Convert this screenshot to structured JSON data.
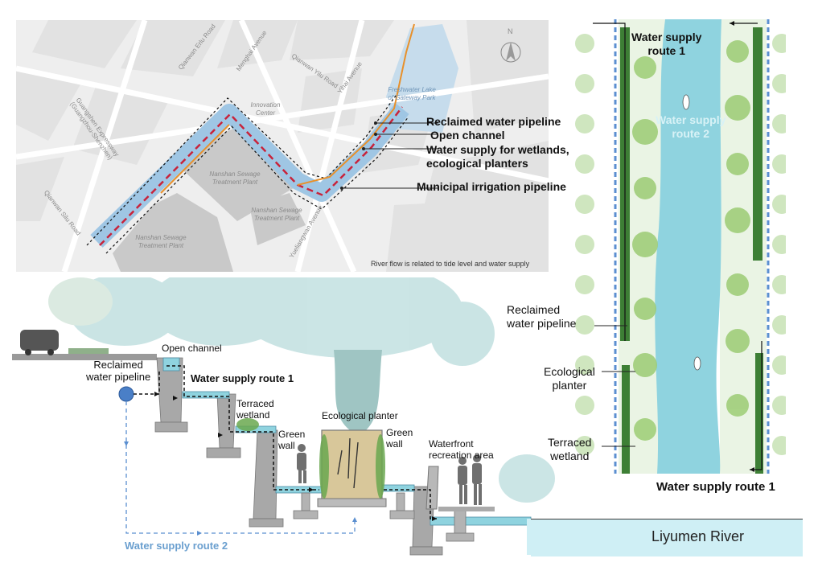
{
  "map": {
    "streets": {
      "qianwan_eru": "Qianwan Erlu Road",
      "menghai": "Menghai Avenue",
      "qianwan_yilu": "Qianwan Yilu Road",
      "yihai": "Yihai Avenue",
      "expressway": "Guangshen Expressway\n(Guangzhou-Shenzhen)",
      "qianwan_silu": "Qianwan Silu Road",
      "yueliangwan": "Yueliangwan Avenue"
    },
    "areas": {
      "innovation": "Innovation\nCenter",
      "lake": "Freshwater Lake\nof Gateway Park",
      "nanshan1": "Nanshan Sewage\nTreatment Plant",
      "nanshan2": "Nanshan Sewage\nTreatment Plant",
      "nanshan3": "Nanshan Sewage\nTreatment Plant"
    },
    "north": "N",
    "note": "River flow is related to tide level and water supply",
    "legend": {
      "reclaimed": "Reclaimed water pipeline",
      "open_channel": "Open channel",
      "wetlands": "Water supply for wetlands,\necological planters",
      "municipal": "Municipal irrigation pipeline"
    }
  },
  "section": {
    "reclaimed": "Reclaimed\nwater pipeline",
    "open_channel": "Open channel",
    "route1": "Water supply route 1",
    "terraced": "Terraced\nwetland",
    "green_wall_left": "Green\nwall",
    "ecological_planter": "Ecological planter",
    "green_wall_right": "Green\nwall",
    "waterfront": "Waterfront\nrecreation area",
    "river": "Liyumen River",
    "route2": "Water supply route 2"
  },
  "plan": {
    "route1_top": "Water supply\nroute 1",
    "route2": "Water supply\nroute 2",
    "reclaimed": "Reclaimed\nwater pipeline",
    "ecological_planter": "Ecological\nplanter",
    "terraced": "Terraced\nwetland",
    "route1_bottom": "Water supply route 1"
  },
  "colors": {
    "water": "#8fd3df",
    "channel": "#5aa9c8",
    "route1": "#111111",
    "route2": "#5b8fd0",
    "route2_label": "#6a9fcf",
    "planter": "#6aa84f",
    "river_label_bg": "#cfeff5"
  }
}
